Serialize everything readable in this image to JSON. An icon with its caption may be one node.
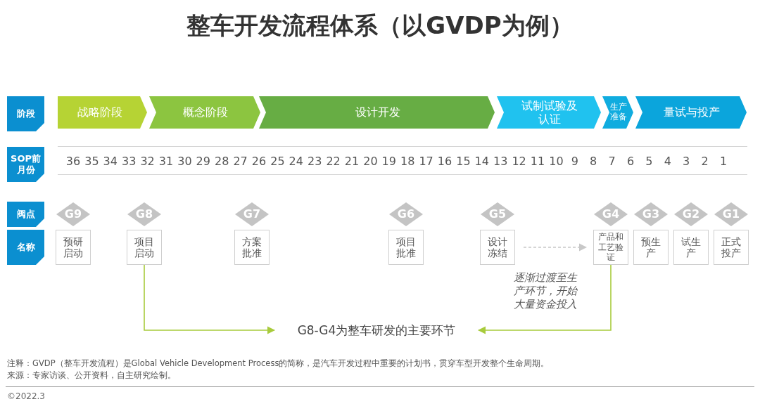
{
  "diagram": {
    "title": "整车开发流程体系（以GVDP为例）",
    "nodes": [
      {
        "text": [
          "阶段"
        ]
      },
      {
        "text": [
          "SOP前月份"
        ]
      },
      {
        "text": [
          "阀点"
        ]
      },
      {
        "text": [
          "名称"
        ]
      },
      {
        "text": [
          "战略阶段"
        ]
      },
      {
        "text": [
          "概念阶段"
        ]
      },
      {
        "text": [
          "设计开发"
        ]
      },
      {
        "text": [
          "试制试验及认证"
        ]
      },
      {
        "text": [
          "生产准备"
        ]
      },
      {
        "text": [
          "量试与投产"
        ]
      },
      {
        "text": [
          "G9"
        ]
      },
      {
        "text": [
          "G8"
        ]
      },
      {
        "text": [
          "G7"
        ]
      },
      {
        "text": [
          "G6"
        ]
      },
      {
        "text": [
          "G5"
        ]
      },
      {
        "text": [
          "G4"
        ]
      },
      {
        "text": [
          "G3"
        ]
      },
      {
        "text": [
          "G2"
        ]
      },
      {
        "text": [
          "G1"
        ]
      },
      {
        "text": [
          "预研启动"
        ]
      },
      {
        "text": [
          "项目启动"
        ]
      },
      {
        "text": [
          "方案批准"
        ]
      },
      {
        "text": [
          "项目批准"
        ]
      },
      {
        "text": [
          "设计冻结"
        ]
      },
      {
        "text": [
          "产品和工艺验证"
        ]
      },
      {
        "text": [
          "预生产"
        ]
      },
      {
        "text": [
          "试生产"
        ]
      },
      {
        "text": [
          "正式投产"
        ]
      },
      {
        "text": [
          "G8-G4为整车研发的主要环节"
        ]
      }
    ],
    "edges": [
      {
        "from": 20,
        "to": 28,
        "arrow": "to"
      },
      {
        "from": 24,
        "to": 28,
        "arrow": "to"
      },
      {
        "from": 23,
        "to": 24,
        "arrow": "to",
        "style": "dashed",
        "color": "#c8c8c8"
      }
    ],
    "labels": [
      "36",
      "35",
      "34",
      "33",
      "32",
      "31",
      "30",
      "29",
      "28",
      "27",
      "26",
      "25",
      "24",
      "23",
      "22",
      "21",
      "20",
      "19",
      "18",
      "17",
      "16",
      "15",
      "14",
      "13",
      "12",
      "11",
      "10",
      "9",
      "8",
      "7",
      "6",
      "5",
      "4",
      "3",
      "2",
      "1",
      "逐渐过渡至生产环节，开始大量资金投入",
      "注释：GVDP（整车开发流程）是Global Vehicle Development Process的简称，是汽车开发过程中重要的计划书，贯穿车型开发整个生命周期。",
      "来源：专家访谈、公开资料，自主研究绘制。",
      "©2022.3"
    ]
  }
}
